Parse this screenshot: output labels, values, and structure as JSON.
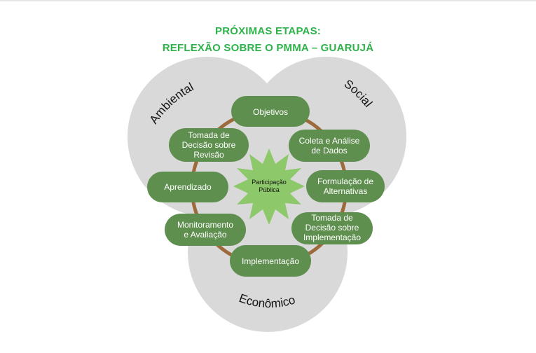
{
  "title": {
    "line1": "PRÓXIMAS ETAPAS:",
    "line2": "REFLEXÃO SOBRE O PMMA – GUARUJÁ"
  },
  "dimensions": {
    "ambiental": "Ambiental",
    "social": "Social",
    "economico": "Econômico"
  },
  "center": {
    "line1": "Participação",
    "line2": "Pública"
  },
  "steps": {
    "objetivos": [
      "Objetivos"
    ],
    "coleta": [
      "Coleta e Análise",
      "de Dados"
    ],
    "formulacao": [
      "Formulação de",
      "Alternativas"
    ],
    "decisao_implementacao": [
      "Tomada de",
      "Decisão sobre",
      "Implementação"
    ],
    "implementacao": [
      "Implementação"
    ],
    "monitoramento": [
      "Monitoramento",
      "e Avaliação"
    ],
    "aprendizado": [
      "Aprendizado"
    ],
    "decisao_revisao": [
      "Tomada de",
      "Decisão sobre",
      "Revisão"
    ]
  },
  "colors": {
    "title": "#2db34a",
    "circles": "#d9d9d9",
    "ring": "#9c6a3c",
    "node": "#5f8f4f",
    "star": "#8dc86a"
  }
}
